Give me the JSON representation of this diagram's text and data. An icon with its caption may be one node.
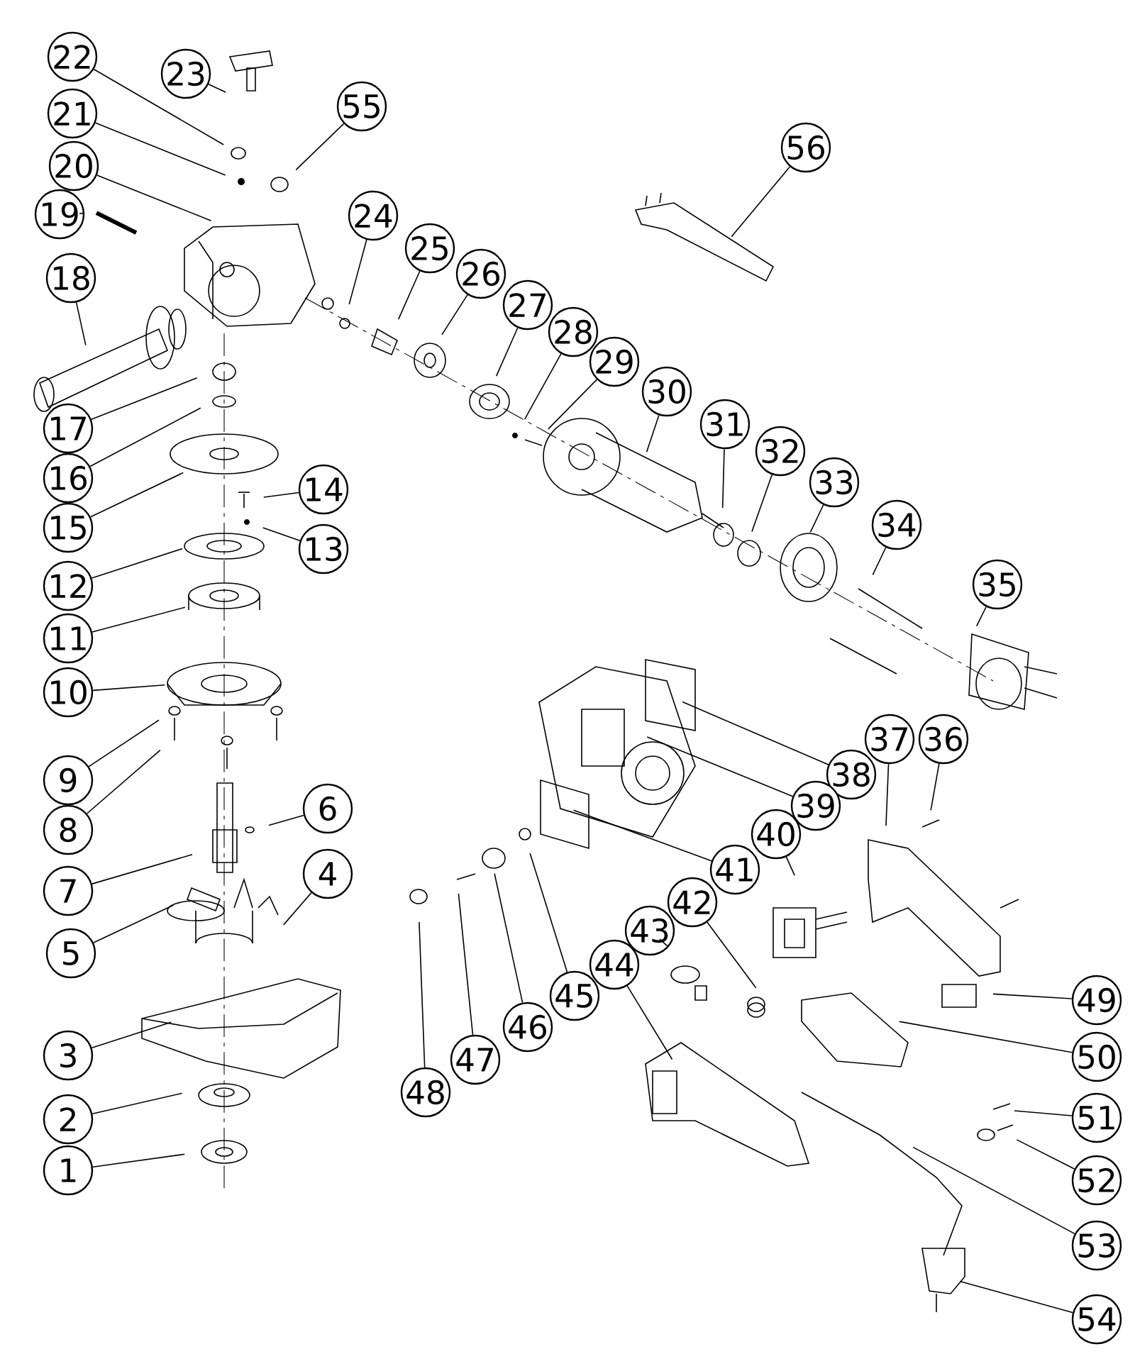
{
  "diagram": {
    "nodes": [
      {
        "text": [
          "1"
        ]
      },
      {
        "text": [
          "2"
        ]
      },
      {
        "text": [
          "3"
        ]
      },
      {
        "text": [
          "4"
        ]
      },
      {
        "text": [
          "5"
        ]
      },
      {
        "text": [
          "6"
        ]
      },
      {
        "text": [
          "7"
        ]
      },
      {
        "text": [
          "8"
        ]
      },
      {
        "text": [
          "9"
        ]
      },
      {
        "text": [
          "10"
        ]
      },
      {
        "text": [
          "11"
        ]
      },
      {
        "text": [
          "12"
        ]
      },
      {
        "text": [
          "13"
        ]
      },
      {
        "text": [
          "14"
        ]
      },
      {
        "text": [
          "15"
        ]
      },
      {
        "text": [
          "16"
        ]
      },
      {
        "text": [
          "17"
        ]
      },
      {
        "text": [
          "18"
        ]
      },
      {
        "text": [
          "19"
        ]
      },
      {
        "text": [
          "20"
        ]
      },
      {
        "text": [
          "21"
        ]
      },
      {
        "text": [
          "22"
        ]
      },
      {
        "text": [
          "23"
        ]
      },
      {
        "text": [
          "24"
        ]
      },
      {
        "text": [
          "25"
        ]
      },
      {
        "text": [
          "26"
        ]
      },
      {
        "text": [
          "27"
        ]
      },
      {
        "text": [
          "28"
        ]
      },
      {
        "text": [
          "29"
        ]
      },
      {
        "text": [
          "30"
        ]
      },
      {
        "text": [
          "31"
        ]
      },
      {
        "text": [
          "32"
        ]
      },
      {
        "text": [
          "33"
        ]
      },
      {
        "text": [
          "34"
        ]
      },
      {
        "text": [
          "35"
        ]
      },
      {
        "text": [
          "36"
        ]
      },
      {
        "text": [
          "37"
        ]
      },
      {
        "text": [
          "38"
        ]
      },
      {
        "text": [
          "39"
        ]
      },
      {
        "text": [
          "40"
        ]
      },
      {
        "text": [
          "41"
        ]
      },
      {
        "text": [
          "42"
        ]
      },
      {
        "text": [
          "43"
        ]
      },
      {
        "text": [
          "44"
        ]
      },
      {
        "text": [
          "45"
        ]
      },
      {
        "text": [
          "46"
        ]
      },
      {
        "text": [
          "47"
        ]
      },
      {
        "text": [
          "48"
        ]
      },
      {
        "text": [
          "49"
        ]
      },
      {
        "text": [
          "50"
        ]
      },
      {
        "text": [
          "51"
        ]
      },
      {
        "text": [
          "52"
        ]
      },
      {
        "text": [
          "53"
        ]
      },
      {
        "text": [
          "54"
        ]
      },
      {
        "text": [
          "55"
        ]
      },
      {
        "text": [
          "56"
        ]
      }
    ],
    "edges": [
      {
        "from": 0,
        "to": null,
        "arrow": "none"
      },
      {
        "from": 1,
        "to": null,
        "arrow": "none"
      },
      {
        "from": 2,
        "to": null,
        "arrow": "none"
      },
      {
        "from": 3,
        "to": null,
        "arrow": "none"
      },
      {
        "from": 4,
        "to": null,
        "arrow": "none"
      },
      {
        "from": 5,
        "to": null,
        "arrow": "none"
      },
      {
        "from": 6,
        "to": null,
        "arrow": "none"
      },
      {
        "from": 7,
        "to": null,
        "arrow": "none"
      },
      {
        "from": 8,
        "to": null,
        "arrow": "none"
      },
      {
        "from": 9,
        "to": null,
        "arrow": "none"
      },
      {
        "from": 10,
        "to": null,
        "arrow": "none"
      },
      {
        "from": 11,
        "to": null,
        "arrow": "none"
      },
      {
        "from": 12,
        "to": null,
        "arrow": "none"
      },
      {
        "from": 13,
        "to": null,
        "arrow": "none"
      },
      {
        "from": 14,
        "to": null,
        "arrow": "none"
      },
      {
        "from": 15,
        "to": null,
        "arrow": "none"
      },
      {
        "from": 16,
        "to": null,
        "arrow": "none"
      },
      {
        "from": 17,
        "to": null,
        "arrow": "none"
      },
      {
        "from": 18,
        "to": null,
        "arrow": "none"
      },
      {
        "from": 19,
        "to": null,
        "arrow": "none"
      },
      {
        "from": 20,
        "to": null,
        "arrow": "none"
      },
      {
        "from": 21,
        "to": null,
        "arrow": "none"
      },
      {
        "from": 22,
        "to": null,
        "arrow": "none"
      },
      {
        "from": 23,
        "to": null,
        "arrow": "none"
      },
      {
        "from": 24,
        "to": null,
        "arrow": "none"
      },
      {
        "from": 25,
        "to": null,
        "arrow": "none"
      },
      {
        "from": 26,
        "to": null,
        "arrow": "none"
      },
      {
        "from": 27,
        "to": null,
        "arrow": "none"
      },
      {
        "from": 28,
        "to": null,
        "arrow": "none"
      },
      {
        "from": 29,
        "to": null,
        "arrow": "none"
      },
      {
        "from": 30,
        "to": null,
        "arrow": "none"
      },
      {
        "from": 31,
        "to": null,
        "arrow": "none"
      },
      {
        "from": 32,
        "to": null,
        "arrow": "none"
      },
      {
        "from": 33,
        "to": null,
        "arrow": "none"
      },
      {
        "from": 34,
        "to": null,
        "arrow": "none"
      },
      {
        "from": 35,
        "to": null,
        "arrow": "none"
      },
      {
        "from": 36,
        "to": null,
        "arrow": "none"
      },
      {
        "from": 37,
        "to": null,
        "arrow": "none"
      },
      {
        "from": 38,
        "to": null,
        "arrow": "none"
      },
      {
        "from": 39,
        "to": null,
        "arrow": "none"
      },
      {
        "from": 40,
        "to": null,
        "arrow": "none"
      },
      {
        "from": 41,
        "to": null,
        "arrow": "none"
      },
      {
        "from": 42,
        "to": null,
        "arrow": "none"
      },
      {
        "from": 43,
        "to": null,
        "arrow": "none"
      },
      {
        "from": 44,
        "to": null,
        "arrow": "none"
      },
      {
        "from": 45,
        "to": null,
        "arrow": "none"
      },
      {
        "from": 46,
        "to": null,
        "arrow": "none"
      },
      {
        "from": 47,
        "to": null,
        "arrow": "none"
      },
      {
        "from": 48,
        "to": null,
        "arrow": "none"
      },
      {
        "from": 49,
        "to": null,
        "arrow": "none"
      },
      {
        "from": 50,
        "to": null,
        "arrow": "none"
      },
      {
        "from": 51,
        "to": null,
        "arrow": "none"
      },
      {
        "from": 52,
        "to": null,
        "arrow": "none"
      },
      {
        "from": 53,
        "to": null,
        "arrow": "none"
      },
      {
        "from": 54,
        "to": null,
        "arrow": "none"
      },
      {
        "from": 55,
        "to": null,
        "arrow": "none"
      }
    ]
  }
}
